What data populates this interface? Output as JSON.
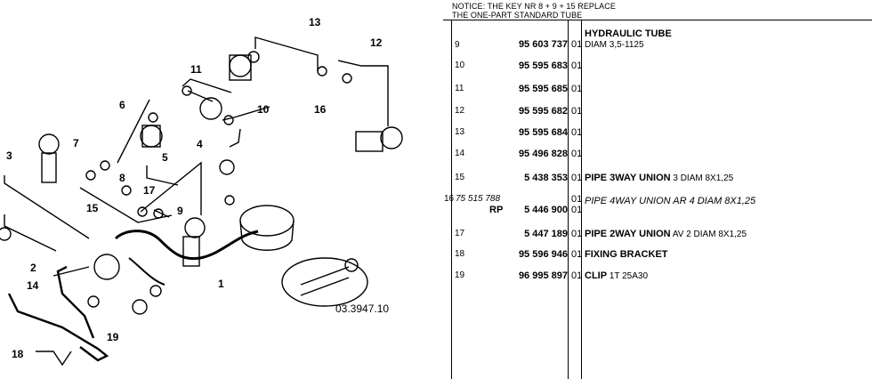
{
  "diagram": {
    "labels": [
      "1",
      "2",
      "3",
      "4",
      "5",
      "6",
      "7",
      "8",
      "9",
      "10",
      "11",
      "12",
      "13",
      "14",
      "15",
      "16",
      "17",
      "18",
      "19"
    ],
    "reference": "03.3947.10"
  },
  "notice": {
    "line1": "NOTICE: THE KEY NR 8 + 9 + 15 REPLACE",
    "line2": "THE ONE-PART STANDARD TUBE"
  },
  "rows": [
    {
      "key": "9",
      "pn": "95 603 737",
      "qty": "01",
      "desc": "DIAM 3,5-1125",
      "heading": "HYDRAULIC TUBE"
    },
    {
      "key": "10",
      "pn": "95 595 683",
      "qty": "01",
      "desc": ""
    },
    {
      "key": "11",
      "pn": "95 595 685",
      "qty": "01",
      "desc": ""
    },
    {
      "key": "12",
      "pn": "95 595 682",
      "qty": "01",
      "desc": ""
    },
    {
      "key": "13",
      "pn": "95 595 684",
      "qty": "01",
      "desc": ""
    },
    {
      "key": "14",
      "pn": "95 496 828",
      "qty": "01",
      "desc": ""
    },
    {
      "key": "15",
      "pn": "5 438 353",
      "qty": "01",
      "desc_bold": "PIPE 3WAY UNION",
      "desc": "3 DIAM 8X1,25"
    },
    {
      "key": "16",
      "pn_old": "75 515 788",
      "rp": "RP",
      "pn": "5 446 900",
      "qty": "01",
      "qty2": "01",
      "desc_italic": "PIPE 4WAY UNION AR 4 DIAM 8X1,25"
    },
    {
      "key": "17",
      "pn": "5 447 189",
      "qty": "01",
      "desc_bold": "PIPE 2WAY UNION",
      "desc": "AV 2 DIAM 8X1,25"
    },
    {
      "key": "18",
      "pn": "95 596 946",
      "qty": "01",
      "desc_bold": "FIXING BRACKET",
      "desc": ""
    },
    {
      "key": "19",
      "pn": "96 995 897",
      "qty": "01",
      "desc_bold": "CLIP",
      "desc": "1T 25A30"
    }
  ]
}
